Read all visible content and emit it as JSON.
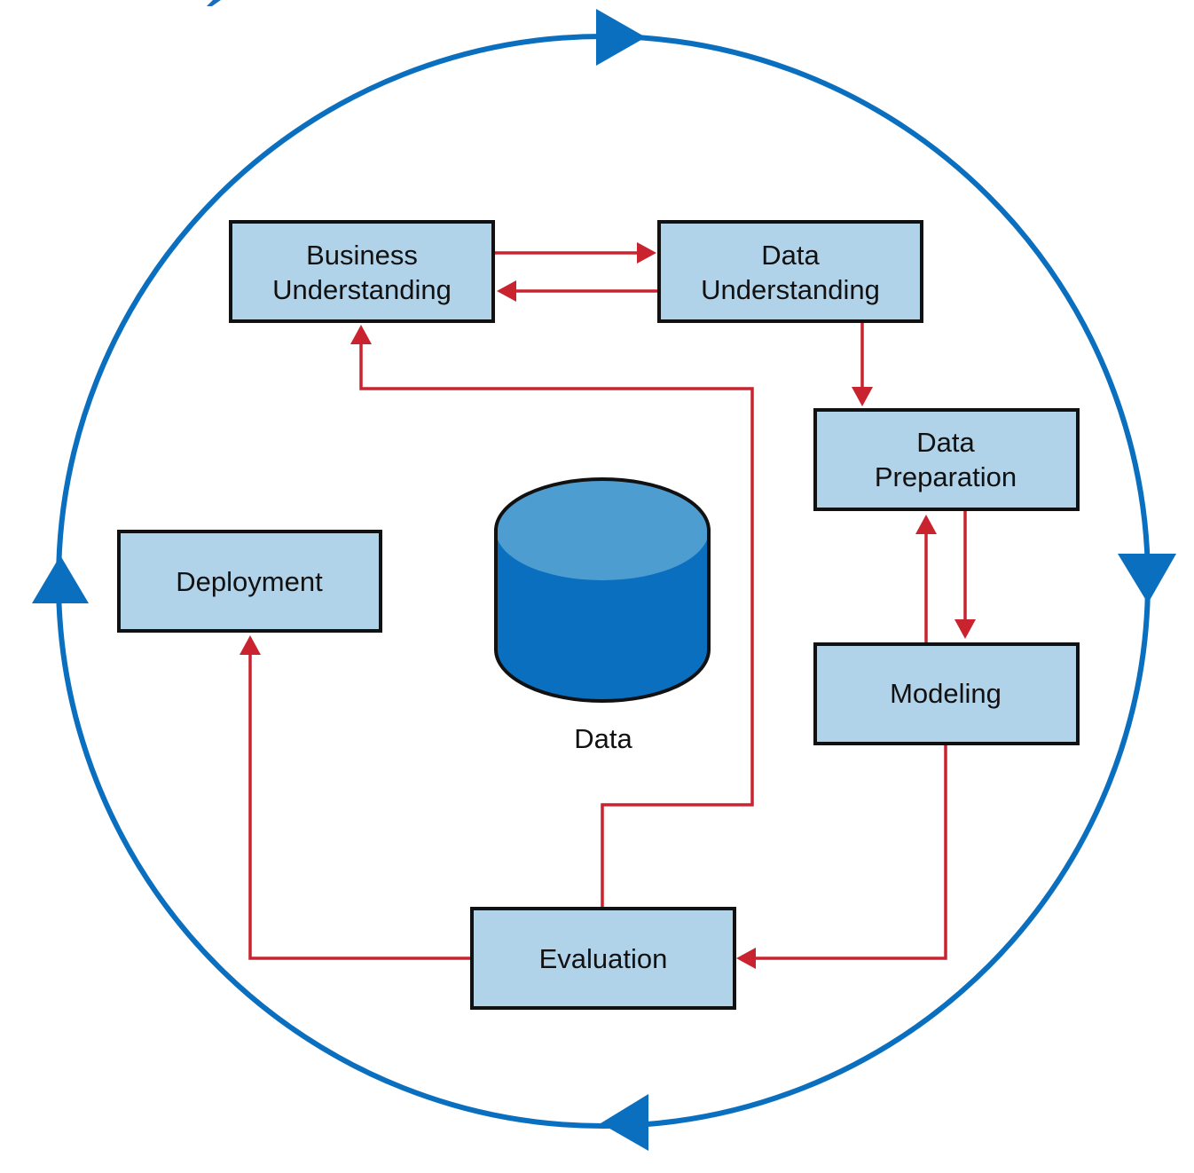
{
  "diagram": {
    "type": "process-cycle",
    "colors": {
      "box_fill": "#b1d3ea",
      "box_border": "#111111",
      "flow_arrow": "#c8232f",
      "cycle_arrow": "#0b6fbf",
      "db_top": "#4e9dd0",
      "db_body": "#0b6fbf"
    },
    "nodes": [
      {
        "id": "business-understanding",
        "lines": [
          "Business",
          "Understanding"
        ]
      },
      {
        "id": "data-understanding",
        "lines": [
          "Data",
          "Understanding"
        ]
      },
      {
        "id": "data-preparation",
        "lines": [
          "Data",
          "Preparation"
        ]
      },
      {
        "id": "modeling",
        "lines": [
          "Modeling"
        ]
      },
      {
        "id": "evaluation",
        "lines": [
          "Evaluation"
        ]
      },
      {
        "id": "deployment",
        "lines": [
          "Deployment"
        ]
      }
    ],
    "center": {
      "id": "data",
      "label": "Data",
      "icon": "database-cylinder-icon"
    },
    "edges": [
      {
        "from": "business-understanding",
        "to": "data-understanding"
      },
      {
        "from": "data-understanding",
        "to": "business-understanding"
      },
      {
        "from": "data-understanding",
        "to": "data-preparation"
      },
      {
        "from": "data-preparation",
        "to": "modeling"
      },
      {
        "from": "modeling",
        "to": "data-preparation"
      },
      {
        "from": "modeling",
        "to": "evaluation"
      },
      {
        "from": "evaluation",
        "to": "business-understanding"
      },
      {
        "from": "evaluation",
        "to": "deployment"
      }
    ],
    "outer_cycle": {
      "direction": "clockwise",
      "arrowheads": 4
    }
  }
}
